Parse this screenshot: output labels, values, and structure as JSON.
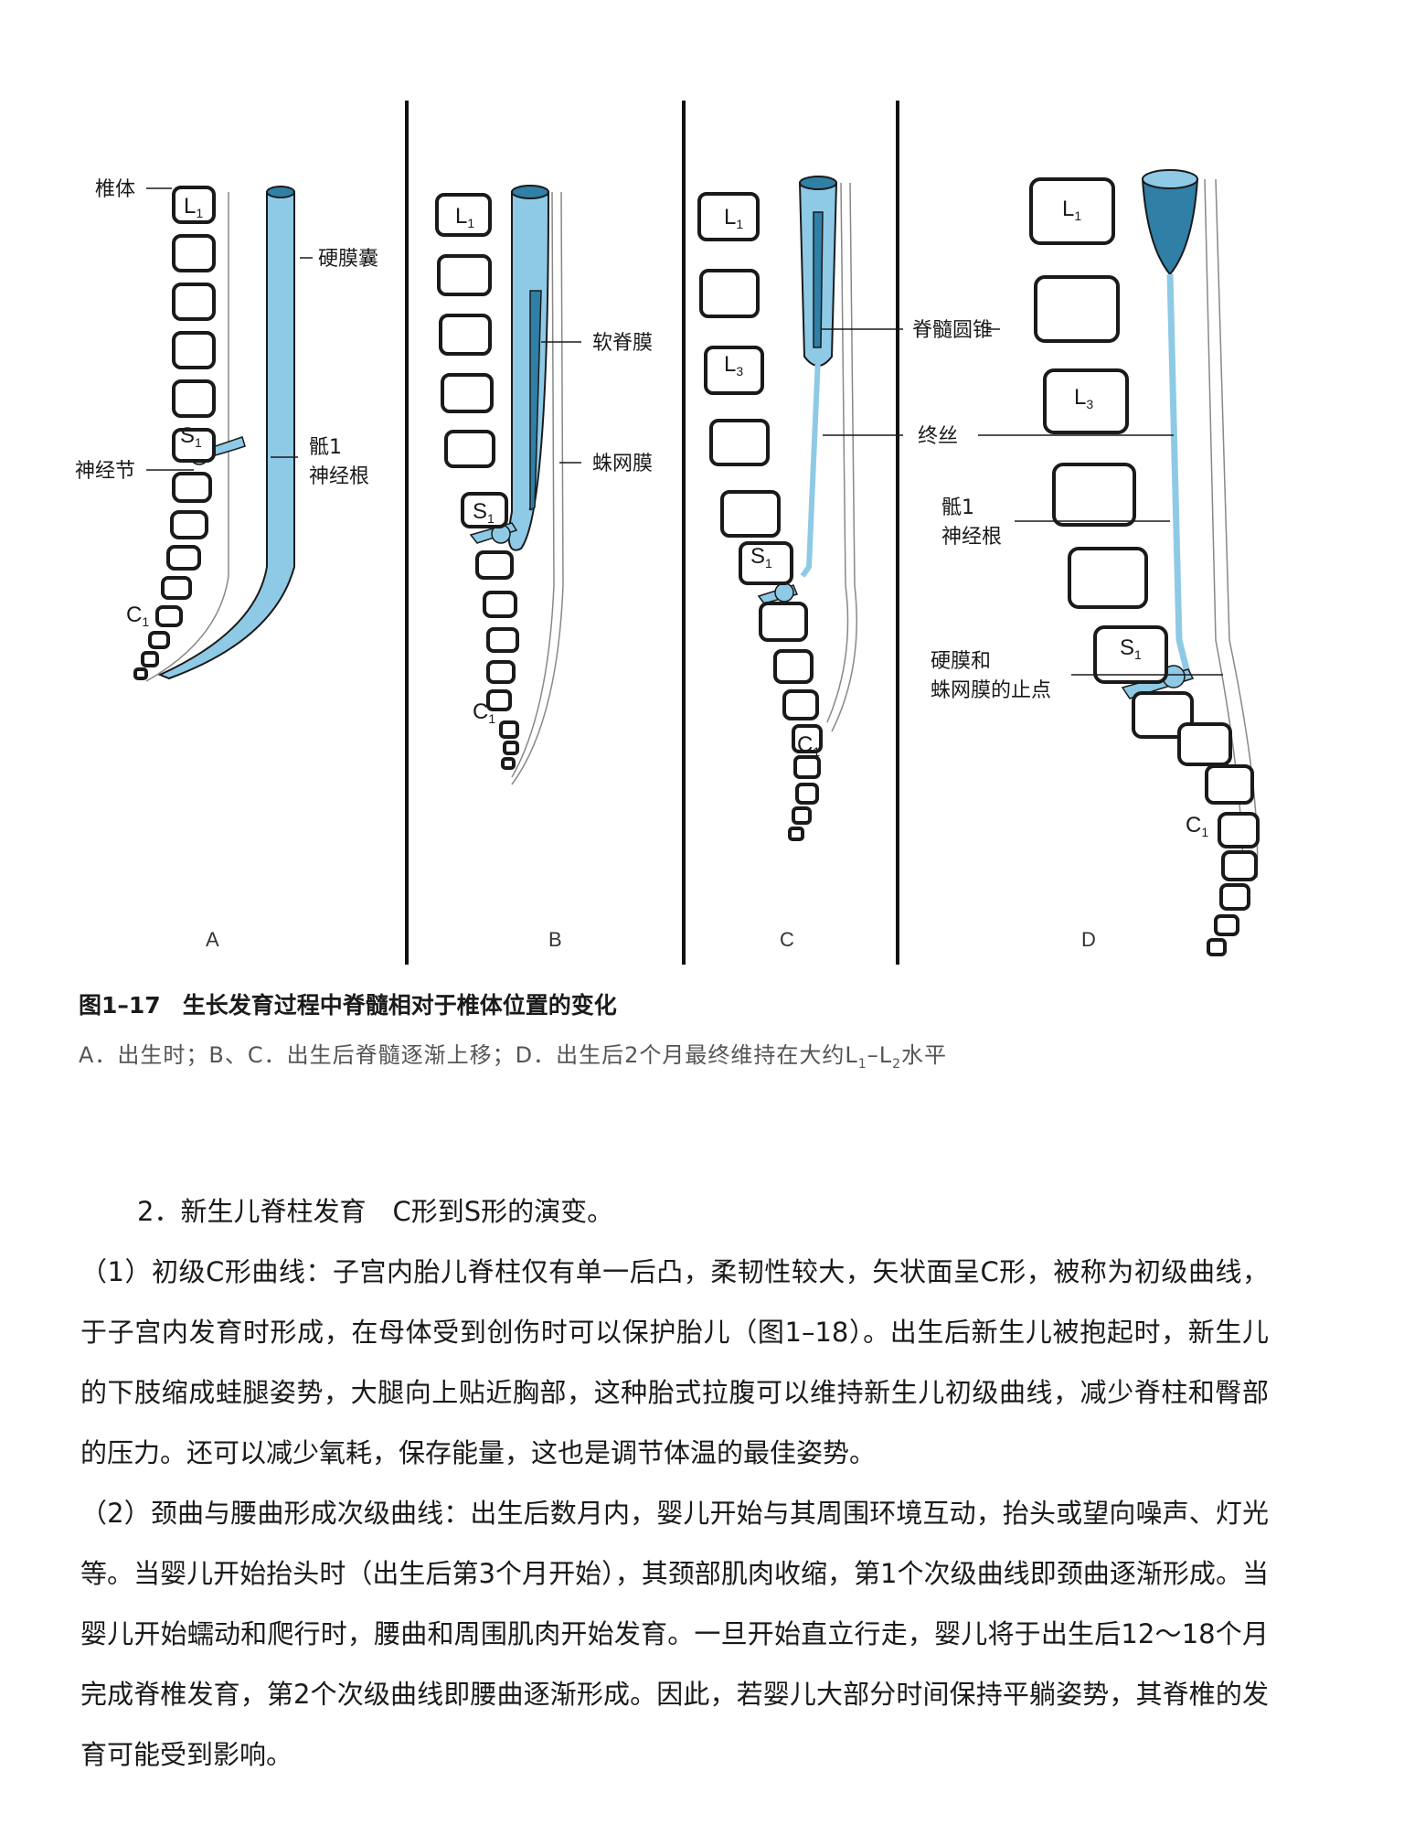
{
  "figure": {
    "labels": {
      "vertebra": "椎体",
      "dural_sac": "硬膜囊",
      "ganglion": "神经节",
      "sacral_root_1": "骶1",
      "sacral_root_2": "神经根",
      "pia": "软脊膜",
      "arachnoid": "蛛网膜",
      "conus": "脊髓圆锥",
      "filum": "终丝",
      "d_root_1": "骶1",
      "d_root_2": "神经根",
      "dura_end_1": "硬膜和",
      "dura_end_2": "蛛网膜的止点"
    },
    "vertebra_labels": {
      "L": "L",
      "S": "S",
      "C": "C",
      "sub1": "1",
      "sub3": "3"
    },
    "panels": [
      "A",
      "B",
      "C",
      "D"
    ]
  },
  "caption": {
    "number": "图1–17",
    "title": "生长发育过程中脊髓相对于椎体位置的变化",
    "sub_a": "A．出生时；B、C．出生后脊髓逐渐上移；D．出生后2个月最终维持在大约L",
    "sub_s1": "1",
    "sub_mid": "–L",
    "sub_s2": "2",
    "sub_end": "水平"
  },
  "body": {
    "heading": "2．新生儿脊柱发育　C形到S形的演变。",
    "p1": "（1）初级C形曲线：子宫内胎儿脊柱仅有单一后凸，柔韧性较大，矢状面呈C形，被称为初级曲线，于子宫内发育时形成，在母体受到创伤时可以保护胎儿（图1–18）。出生后新生儿被抱起时，新生儿的下肢缩成蛙腿姿势，大腿向上贴近胸部，这种胎式拉腹可以维持新生儿初级曲线，减少脊柱和臀部的压力。还可以减少氧耗，保存能量，这也是调节体温的最佳姿势。",
    "p2": "（2）颈曲与腰曲形成次级曲线：出生后数月内，婴儿开始与其周围环境互动，抬头或望向噪声、灯光等。当婴儿开始抬头时（出生后第3个月开始），其颈部肌肉收缩，第1个次级曲线即颈曲逐渐形成。当婴儿开始蠕动和爬行时，腰曲和周围肌肉开始发育。一旦开始直立行走，婴儿将于出生后12～18个月完成脊椎发育，第2个次级曲线即腰曲逐渐形成。因此，若婴儿大部分时间保持平躺姿势，其脊椎的发育可能受到影响。"
  },
  "colors": {
    "dura": "#8ecae6",
    "cord": "#2f7fa6",
    "outline": "#1a1a1a"
  }
}
